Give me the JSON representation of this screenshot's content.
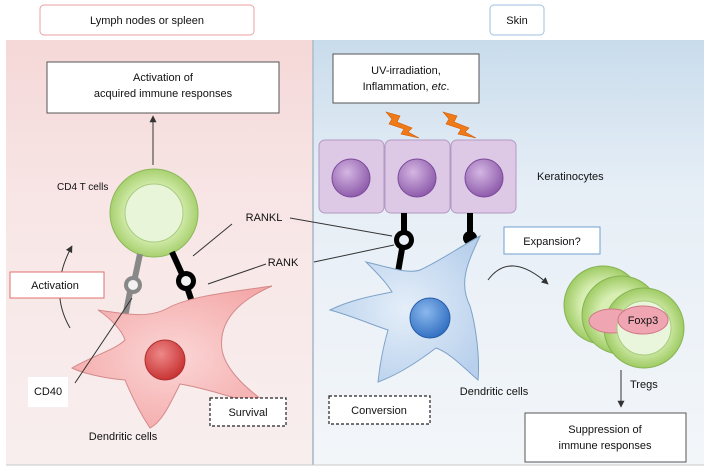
{
  "headers": {
    "left": "Lymph nodes or spleen",
    "right": "Skin"
  },
  "left_panel": {
    "activation_box": [
      "Activation of",
      "acquired immune responses"
    ],
    "cd4_label": "CD4 T cells",
    "activation_label": "Activation",
    "cd40_label": "CD40",
    "survival_label": "Survival",
    "dendritic_label": "Dendritic cells"
  },
  "middle": {
    "rankl_label": "RANKL",
    "rank_label": "RANK"
  },
  "right_panel": {
    "trigger_box_line1": "UV-irradiation,",
    "trigger_box_line2_prefix": "Inflammation, ",
    "trigger_box_line2_italic": "etc",
    "trigger_box_line2_suffix": ".",
    "keratinocytes_label": "Keratinocytes",
    "expansion_label": "Expansion?",
    "foxp3_label": "Foxp3",
    "conversion_label": "Conversion",
    "dendritic_label": "Dendritic cells",
    "tregs_label": "Tregs",
    "suppression_box": [
      "Suppression of",
      "immune responses"
    ]
  },
  "colors": {
    "left_bg": "#f7dede",
    "right_bg_top": "#c9dcec",
    "right_bg_bottom": "#eef3f8",
    "t_cell_outer": "#c3e08e",
    "dc_pink": "#f5b8b8",
    "dc_blue": "#c4daf1",
    "keratinocyte": "#ddc8e6",
    "lightning": "#f07a18",
    "header_border_left": "#e8a0a0",
    "header_border_right": "#9ec0e0"
  }
}
